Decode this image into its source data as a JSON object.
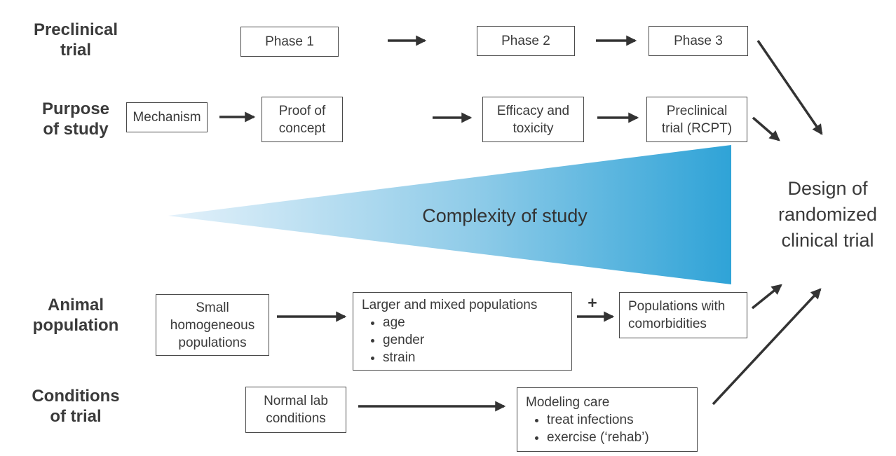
{
  "figure": {
    "row_labels": {
      "preclinical": {
        "line1": "Preclinical",
        "line2": "trial"
      },
      "purpose": {
        "line1": "Purpose",
        "line2": "of study"
      },
      "animal": {
        "line1": "Animal",
        "line2": "population"
      },
      "conditions": {
        "line1": "Conditions",
        "line2": "of trial"
      }
    },
    "boxes": {
      "phase1": {
        "label": "Phase 1"
      },
      "phase2": {
        "label": "Phase 2"
      },
      "phase3": {
        "label": "Phase 3"
      },
      "mechanism": {
        "label": "Mechanism"
      },
      "proof": {
        "line1": "Proof of",
        "line2": "concept"
      },
      "efficacy": {
        "line1": "Efficacy and",
        "line2": "toxicity"
      },
      "rcpt": {
        "line1": "Preclinical",
        "line2": "trial (RCPT)"
      },
      "small_pop": {
        "line1": "Small",
        "line2": "homogeneous",
        "line3": "populations"
      },
      "larger_pop": {
        "title": "Larger and mixed populations",
        "bullets": [
          "age",
          "gender",
          "strain"
        ]
      },
      "comorbidities": {
        "line1": "Populations with",
        "line2": "comorbidities"
      },
      "normal_lab": {
        "line1": "Normal lab",
        "line2": "conditions"
      },
      "modeling": {
        "title": "Modeling care",
        "bullets": [
          "treat infections",
          "exercise (‘rehab’)"
        ]
      }
    },
    "plus_sign": "+",
    "triangle": {
      "label": "Complexity of study",
      "gradient_start": "#e3f1fa",
      "gradient_mid": "#8ecbe8",
      "gradient_end": "#2fa3d7"
    },
    "design": {
      "line1": "Design of",
      "line2": "randomized",
      "line3": "clinical trial"
    },
    "colors": {
      "arrow": "#333333",
      "box_border": "#4a4a4a",
      "text": "#3a3a3a"
    }
  }
}
